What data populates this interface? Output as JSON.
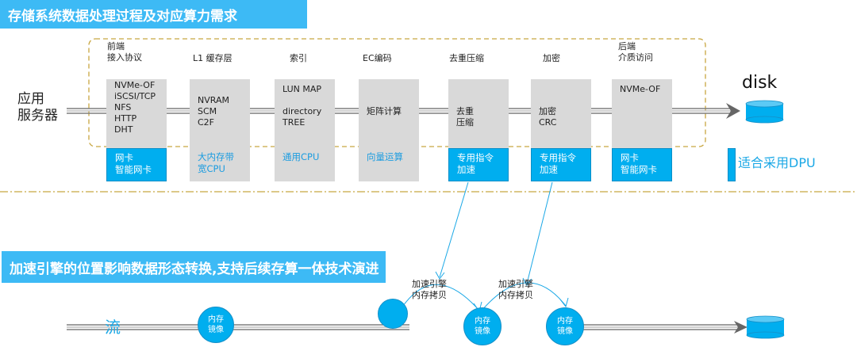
{
  "top_banner": {
    "title": "存储系统数据处理过程及对应算力需求"
  },
  "app_server": {
    "label": "应用\n服务器"
  },
  "disk": {
    "label": "disk"
  },
  "stages": [
    {
      "label": "前端\n接入协议",
      "box": "NVMe-OF\niSCSI/TCP\nNFS\nHTTP\nDHT",
      "hw": "网卡\n智能网卡",
      "hw_type": "dpu"
    },
    {
      "label": "L1 缓存层",
      "box": "\nNVRAM\nSCM\nC2F",
      "hw": "大内存带\n宽CPU",
      "hw_type": "cpu"
    },
    {
      "label": "索引",
      "box": "LUN MAP\n\ndirectory\nTREE",
      "hw": "通用CPU",
      "hw_type": "cpu"
    },
    {
      "label": "EC编码",
      "box": "\n\n矩阵计算",
      "hw": "向量运算",
      "hw_type": "cpu"
    },
    {
      "label": "去重压缩",
      "box": "\n\n去重\n压缩",
      "hw": "专用指令\n加速",
      "hw_type": "dpu"
    },
    {
      "label": "加密",
      "box": "\n\n加密\nCRC",
      "hw": "专用指令\n加速",
      "hw_type": "dpu"
    },
    {
      "label": "后端\n介质访问",
      "box": "NVMe-OF",
      "hw": "网卡\n智能网卡",
      "hw_type": "dpu"
    }
  ],
  "legend": {
    "label": "适合采用DPU",
    "color": "#00aeef"
  },
  "bottom_banner": {
    "title": "加速引擎的位置影响数据形态转换,支持后续存算一体技术演进"
  },
  "flow": {
    "label": "流",
    "nodes": [
      "内存\n镜像",
      "",
      "内存\n镜像",
      "内存\n镜像"
    ],
    "engines": [
      "加速引擎\n内存拷贝",
      "加速引擎\n内存拷贝"
    ]
  },
  "colors": {
    "accent": "#00aeef",
    "banner": "#3dbaf5",
    "dashed_border": "#c8a640",
    "cpu_box": "#d9d9d9",
    "pipe": "#7f7f7f"
  }
}
